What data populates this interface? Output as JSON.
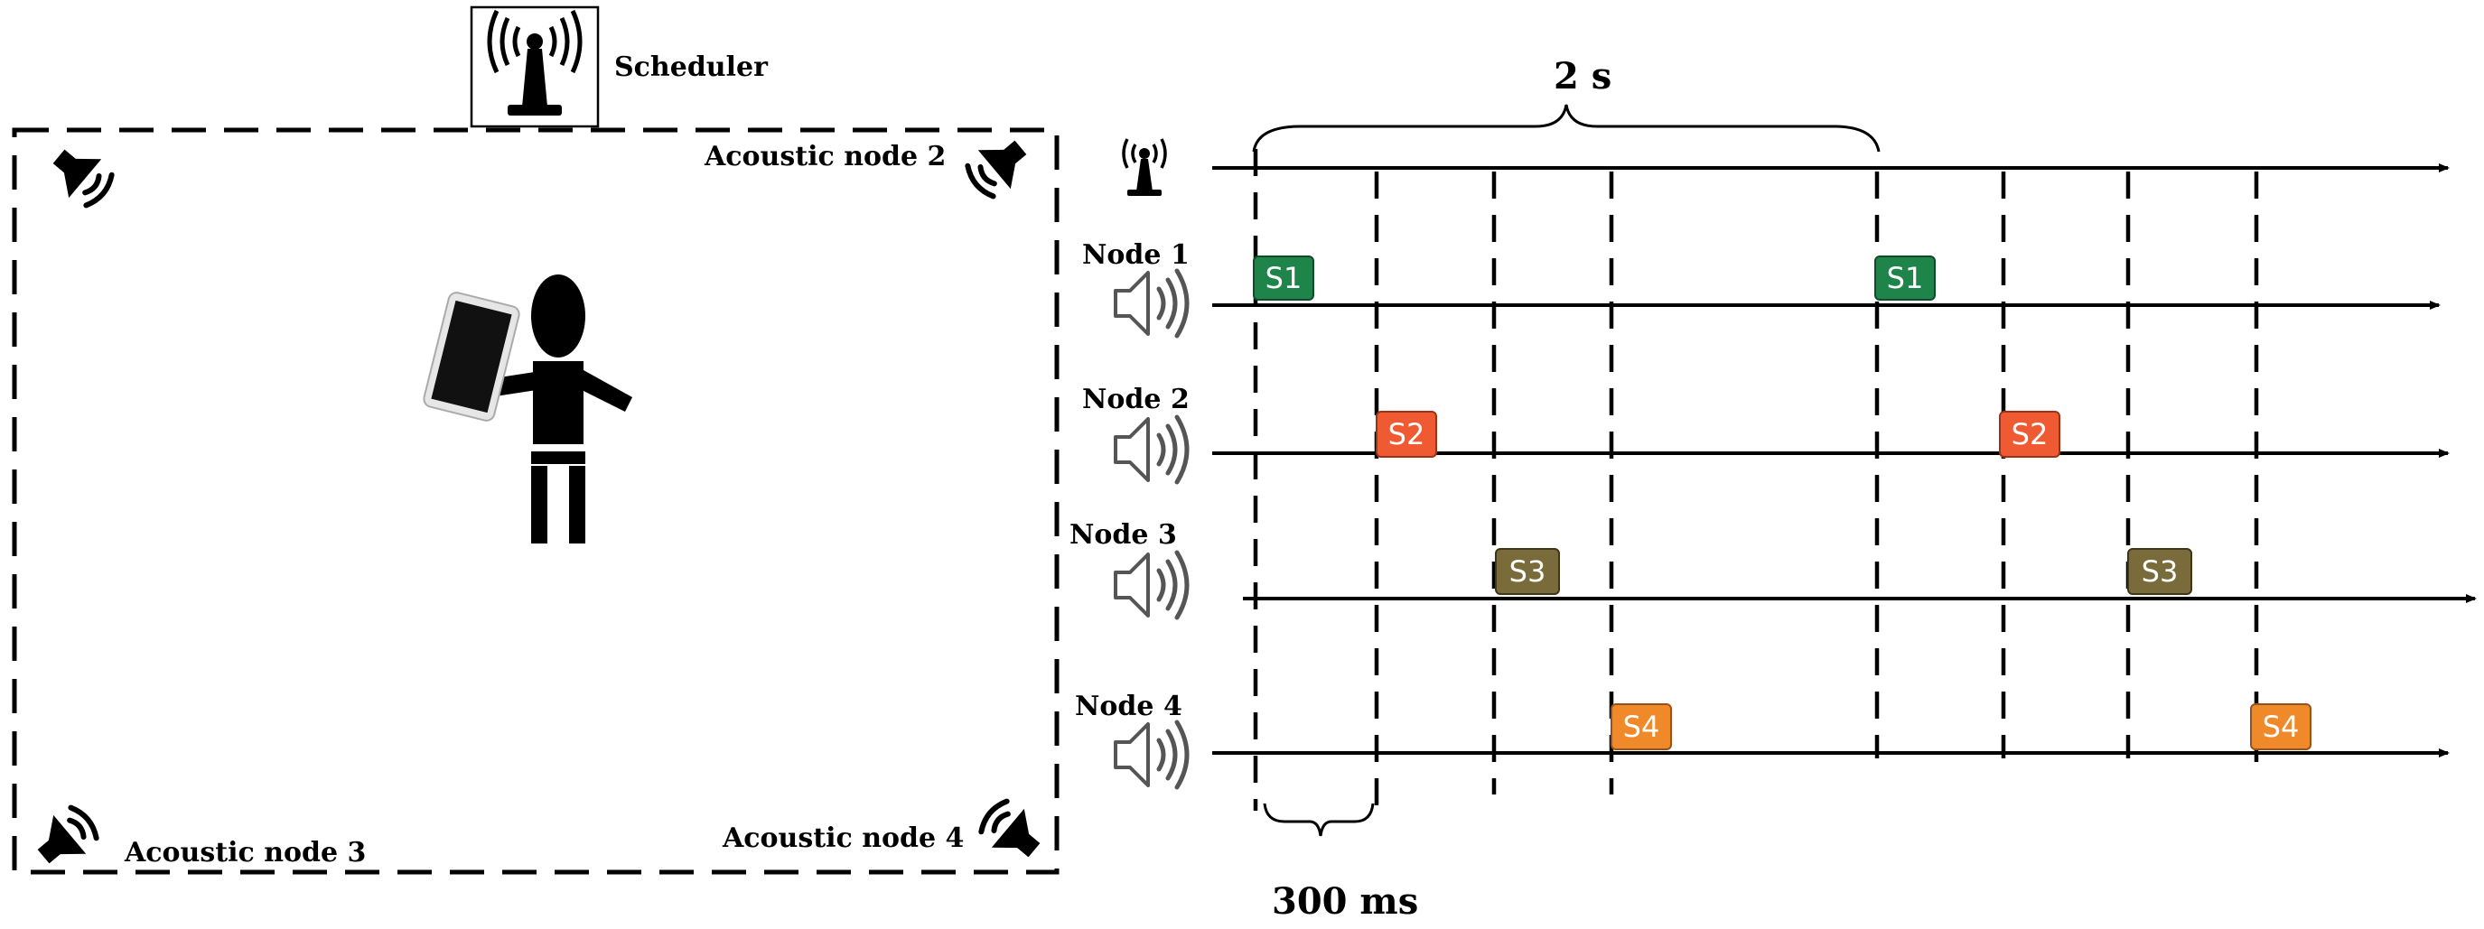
{
  "room": {
    "scheduler_label": "Scheduler",
    "node_labels": [
      "Acoustic node 2",
      "Acoustic node 3",
      "Acoustic node 4"
    ]
  },
  "timeline": {
    "period_label": "2 s",
    "slot_label": "300 ms",
    "rows": [
      {
        "label": "Node 1",
        "slots": [
          "S1",
          "S1"
        ],
        "color": "#1e8449"
      },
      {
        "label": "Node 2",
        "slots": [
          "S2",
          "S2"
        ],
        "color": "#f05a32"
      },
      {
        "label": "Node 3",
        "slots": [
          "S3",
          "S3"
        ],
        "color": "#7a6b3a"
      },
      {
        "label": "Node 4",
        "slots": [
          "S4",
          "S4"
        ],
        "color": "#f0892a"
      }
    ]
  },
  "icons": {
    "scheduler": "antenna-icon",
    "speaker": "speaker-icon",
    "person": "person-icon",
    "phone": "smartphone-icon"
  }
}
